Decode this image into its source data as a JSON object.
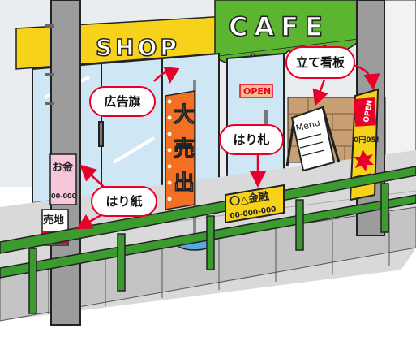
{
  "shop": {
    "sign": "SHOP"
  },
  "cafe": {
    "sign": "CAFE",
    "door_sign": "OPEN"
  },
  "banner": {
    "text": [
      "大",
      "売",
      "出"
    ]
  },
  "a_board": {
    "title": "Menu"
  },
  "stand_sign": {
    "top": "OPEN",
    "mid": "0円05!"
  },
  "pole_poster": {
    "title": "お金",
    "number": "00-000"
  },
  "pole_sale": {
    "text": "売地"
  },
  "rail_plate": {
    "title": "〇△金融",
    "number": "00-000-000"
  },
  "labels": {
    "kokoku_hata": "広告旗",
    "tate_kanban": "立て看板",
    "harifuda": "はり札",
    "harigami": "はり紙"
  },
  "colors": {
    "callout_border": "#e8002a",
    "arrow": "#e8002a",
    "awning_green": "#5cb531",
    "shop_yellow": "#f7d21b",
    "banner_orange": "#f36f21",
    "rail_green": "#3c9b2e",
    "sidewalk": "#d9d9d9",
    "window_blue": "#cfe6f5"
  },
  "icons": [
    "arrow-left-icon",
    "starburst-icon"
  ]
}
